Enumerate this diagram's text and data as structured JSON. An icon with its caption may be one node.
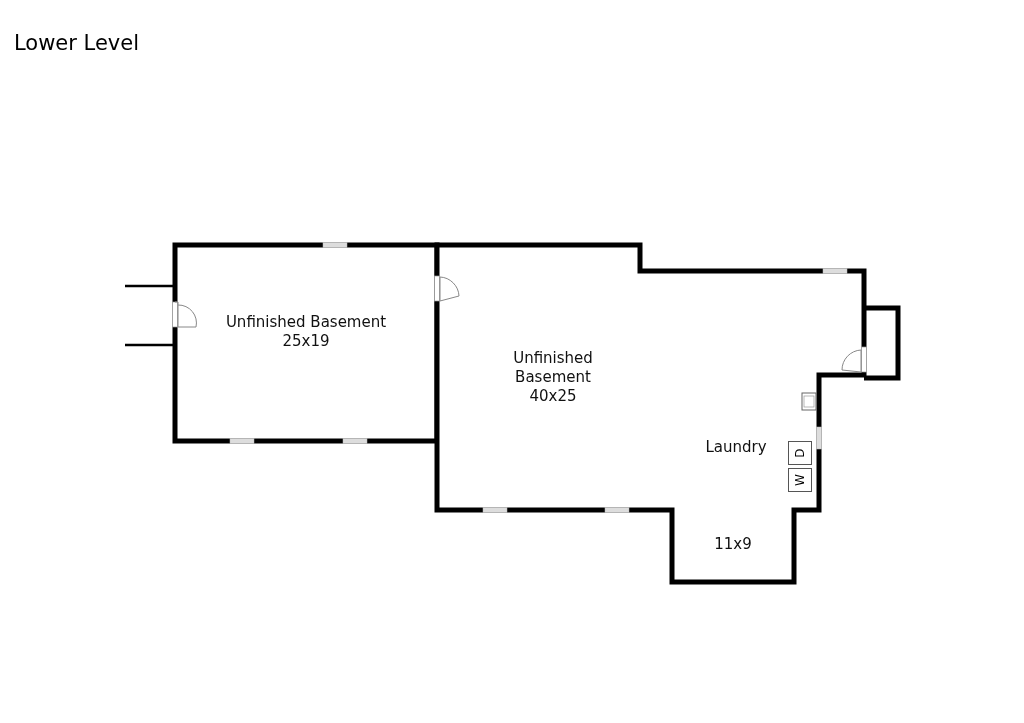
{
  "diagram": {
    "title": "Lower Level",
    "nodes": [
      {
        "text": [
          "Unfinished Basement",
          "25x19"
        ]
      },
      {
        "text": [
          "Unfinished Basement",
          "40x25"
        ]
      },
      {
        "text": [
          "D"
        ],
        "in": 1
      },
      {
        "text": [
          "W"
        ],
        "in": 1
      }
    ],
    "labels": [
      "Laundry",
      "11x9"
    ]
  }
}
